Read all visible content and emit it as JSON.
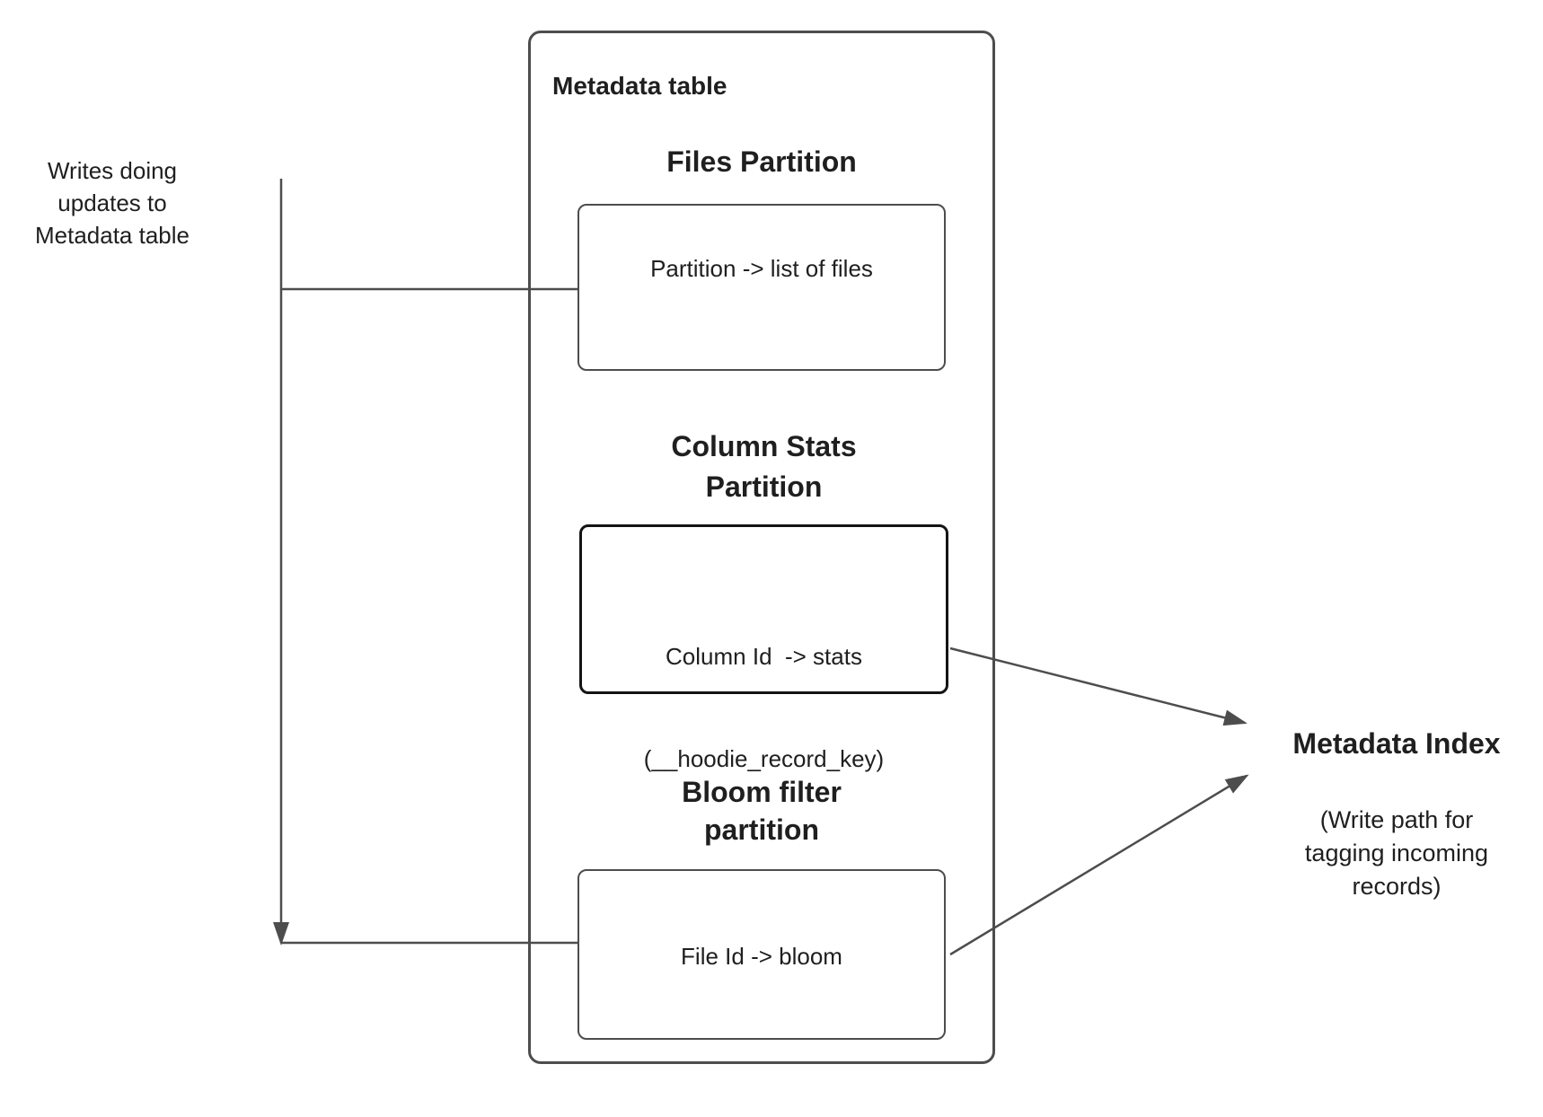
{
  "colors": {
    "background": "#ffffff",
    "line": "#4d4d4d",
    "box_border": "#4d4d4d",
    "emphasis_box_border": "#141414",
    "text": "#1f1f1f"
  },
  "left_note": {
    "line1": "Writes doing",
    "line2": "updates to",
    "line3": "Metadata table"
  },
  "metadata_table": {
    "title": "Metadata table",
    "files_partition": {
      "heading": "Files Partition",
      "body": "Partition -> list of files"
    },
    "column_stats_partition": {
      "heading_line1": "Column Stats",
      "heading_line2": "Partition",
      "body_line1": "Column Id  -> stats",
      "body_line2": "(__hoodie_record_key)"
    },
    "bloom_filter_partition": {
      "heading_line1": "Bloom filter",
      "heading_line2": "partition",
      "body": "File Id -> bloom"
    }
  },
  "metadata_index": {
    "title": "Metadata Index",
    "subtitle_line1": "(Write path for",
    "subtitle_line2": "tagging incoming",
    "subtitle_line3": "records)"
  }
}
